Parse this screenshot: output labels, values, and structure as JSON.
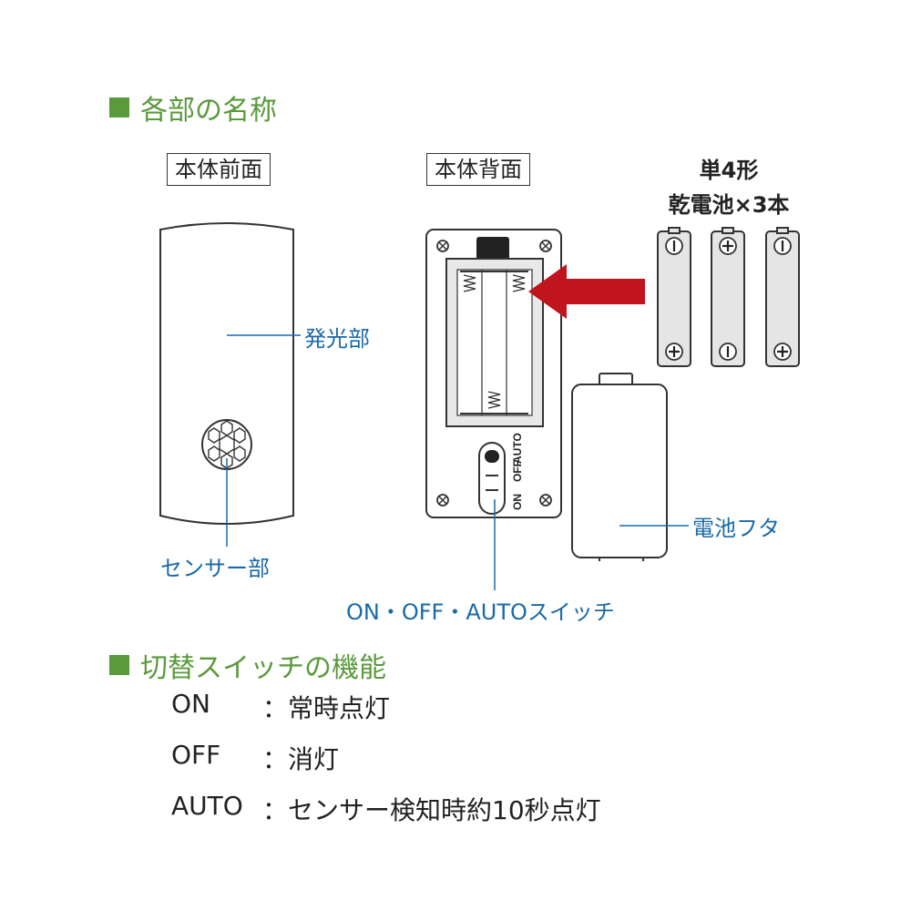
{
  "parts_section": {
    "heading": "各部の名称"
  },
  "front": {
    "label": "本体前面",
    "light_label": "発光部",
    "sensor_label": "センサー部"
  },
  "back": {
    "label": "本体背面",
    "switch_positions": [
      "ON",
      "OFF",
      "AUTO"
    ],
    "switch_label": "ON・OFF・AUTOスイッチ"
  },
  "batteries": {
    "line1": "単4形",
    "line2": "乾電池×3本"
  },
  "battery_cover": {
    "label": "電池フタ"
  },
  "function_section": {
    "heading": "切替スイッチの機能",
    "rows": [
      {
        "mode": "ON",
        "desc": "：常時点灯"
      },
      {
        "mode": "OFF",
        "desc": "：消灯"
      },
      {
        "mode": "AUTO",
        "desc": "：センサー検知時約10秒点灯"
      }
    ]
  },
  "colors": {
    "heading_green": "#5a9a3c",
    "callout_blue": "#1a6aa8",
    "arrow_red": "#c0141e"
  }
}
